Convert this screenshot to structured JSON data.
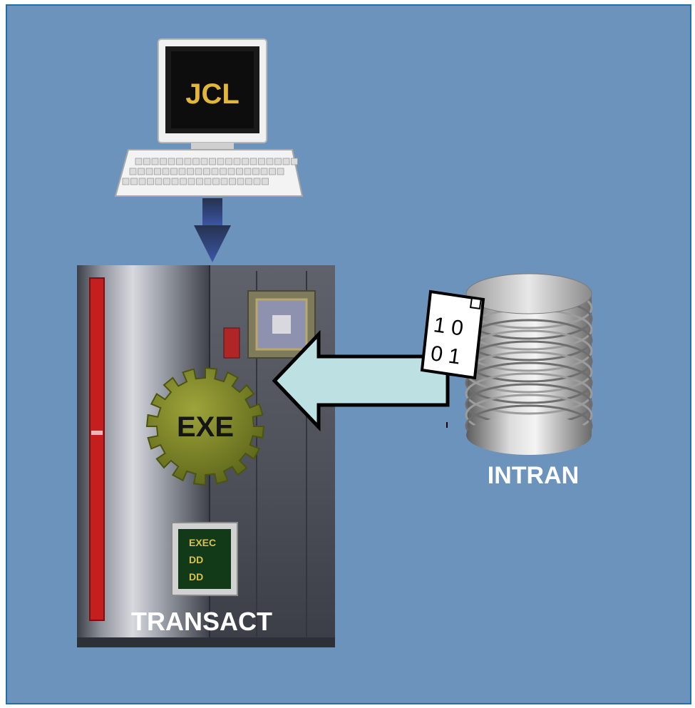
{
  "colors": {
    "background": "#6b93bb",
    "frame": "#1f6fa8",
    "arrow_fill": "#bde0e2",
    "jcl_text": "#e2b63a",
    "gear": "#7b8424",
    "card_text": "#d8c247"
  },
  "terminal": {
    "screen_text": "JCL"
  },
  "mainframe": {
    "label": "TRANSACT",
    "program_label": "EXE",
    "jcl_card_lines": [
      "EXEC",
      "DD",
      "DD"
    ]
  },
  "dataset": {
    "label": "INTRAN",
    "record_bits": [
      "1 0",
      "0 1"
    ]
  }
}
